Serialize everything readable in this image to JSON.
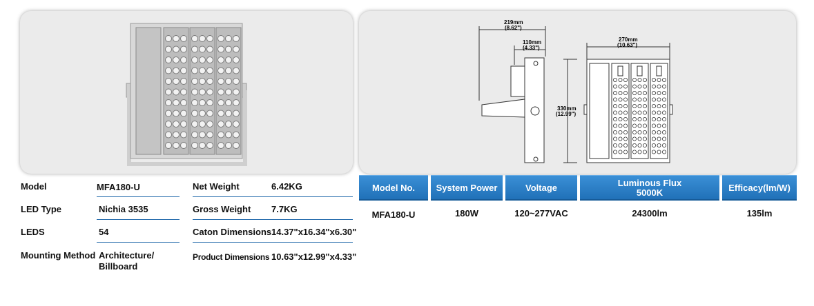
{
  "colors": {
    "header_blue": "#2a7dc6",
    "rule_blue": "#2a6fae",
    "panel_bg": "#ebebeb"
  },
  "drawing": {
    "dim_width_top": "219mm",
    "dim_width_top_in": "(8.62\")",
    "dim_depth": "110mm",
    "dim_depth_in": "(4.33\")",
    "dim_height": "330mm",
    "dim_height_in": "(12.99\")",
    "dim_width_front": "270mm",
    "dim_width_front_in": "(10.63\")"
  },
  "specs": {
    "left": [
      {
        "label": "Model",
        "value": "MFA180-U"
      },
      {
        "label": "LED Type",
        "value": "Nichia 3535"
      },
      {
        "label": "LEDS",
        "value": "54"
      },
      {
        "label": "Mounting Method",
        "value": "Architecture/ Billboard"
      }
    ],
    "right": [
      {
        "label": "Net Weight",
        "value": "6.42KG"
      },
      {
        "label": "Gross Weight",
        "value": "7.7KG"
      },
      {
        "label": "Caton Dimensions",
        "value": "14.37\"x16.34\"x6.30\""
      },
      {
        "label": "Product Dimensions",
        "value": "10.63\"x12.99\"x4.33\""
      }
    ]
  },
  "table": {
    "headers": [
      "Model No.",
      "System Power",
      "Voltage",
      "Luminous Flux",
      "Efficacy(lm/W)"
    ],
    "header_sub": "5000K",
    "row": [
      "MFA180-U",
      "180W",
      "120~277VAC",
      "24300lm",
      "135lm"
    ]
  }
}
